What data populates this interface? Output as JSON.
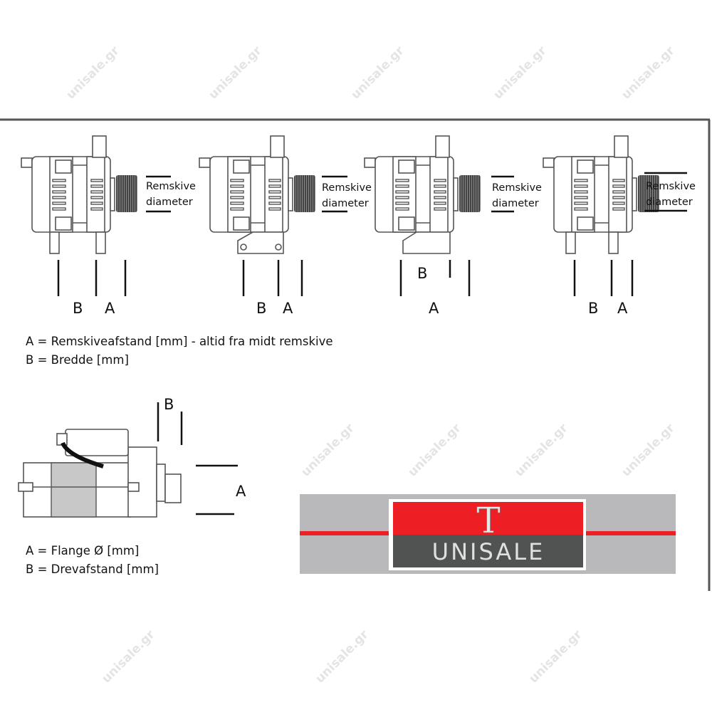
{
  "alternators": [
    {
      "pulley_label_line1": "Remskive",
      "pulley_label_line2": "diameter",
      "dim_b": "B",
      "dim_a": "A",
      "mount": "two-feet"
    },
    {
      "pulley_label_line1": "Remskive",
      "pulley_label_line2": "diameter",
      "dim_b": "B",
      "dim_a": "A",
      "mount": "bracket-holes"
    },
    {
      "pulley_label_line1": "Remskive",
      "pulley_label_line2": "diameter",
      "dim_b": "B",
      "dim_a": "A",
      "mount": "bracket-foot"
    },
    {
      "pulley_label_line1": "Remskive",
      "pulley_label_line2": "diameter",
      "dim_b": "B",
      "dim_a": "A",
      "mount": "two-feet"
    }
  ],
  "alternator_legend": {
    "line1": "A = Remskiveafstand [mm] - altid fra midt remskive",
    "line2": "B = Bredde [mm]"
  },
  "starter": {
    "dim_b": "B",
    "dim_a": "A",
    "legend_line1": "A = Flange Ø [mm]",
    "legend_line2": "B = Drevafstand [mm]"
  },
  "logo": {
    "letter": "T",
    "name": "UNISALE",
    "colors": {
      "red": "#ed1f24",
      "dark": "#505352",
      "band": "#b9b8ba"
    }
  },
  "watermark": "unisale.gr"
}
